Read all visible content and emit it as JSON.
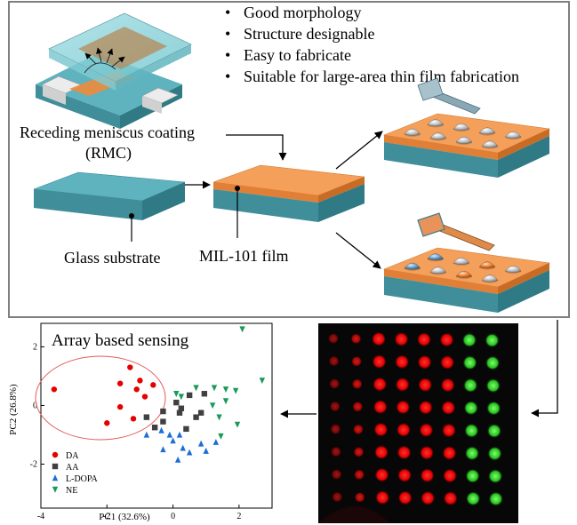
{
  "features": [
    "Good morphology",
    "Structure designable",
    "Easy to fabricate",
    "Suitable for large-area thin film fabrication"
  ],
  "labels": {
    "rmc_line1": "Receding meniscus coating",
    "rmc_line2": "(RMC)",
    "glass_substrate": "Glass substrate",
    "mil_film": "MIL-101 film"
  },
  "colors": {
    "substrate_top": "#5eb3bf",
    "substrate_side": "#3f8e9a",
    "film_top": "#f5a05a",
    "film_side": "#e07f35",
    "dot_red": "#ff1a1a",
    "dot_green": "#39d934",
    "series_DA": "#e60000",
    "series_AA": "#404040",
    "series_LDOPA": "#1a6fd6",
    "series_NE": "#1a9a5a"
  },
  "chart_data": {
    "type": "scatter",
    "title": "Array based sensing",
    "xlabel": "PC1 (32.6%)",
    "ylabel": "PC2 (26.8%)",
    "xlim": [
      -4,
      3
    ],
    "ylim": [
      -3.5,
      2.8
    ],
    "xticks": [
      -4,
      -2,
      0,
      2
    ],
    "yticks": [
      2,
      0,
      -2
    ],
    "legend_position": "bottom-left",
    "series": [
      {
        "name": "DA",
        "marker": "circle",
        "color": "#e60000",
        "points": [
          [
            -3.6,
            0.55
          ],
          [
            -1.6,
            0.75
          ],
          [
            -1.3,
            1.3
          ],
          [
            -1.1,
            0.55
          ],
          [
            -1.0,
            0.85
          ],
          [
            -0.85,
            0.3
          ],
          [
            -0.6,
            0.7
          ],
          [
            -1.6,
            -0.05
          ],
          [
            -1.2,
            -0.45
          ],
          [
            -2.0,
            -0.6
          ]
        ]
      },
      {
        "name": "AA",
        "marker": "square",
        "color": "#404040",
        "points": [
          [
            -0.8,
            -0.4
          ],
          [
            -0.55,
            -0.75
          ],
          [
            -0.3,
            -0.55
          ],
          [
            -0.3,
            -0.2
          ],
          [
            0.2,
            -0.25
          ],
          [
            0.5,
            0.35
          ],
          [
            0.7,
            -0.4
          ],
          [
            0.85,
            -0.25
          ],
          [
            0.95,
            0.4
          ],
          [
            0.4,
            -0.8
          ],
          [
            0.25,
            -0.1
          ],
          [
            0.1,
            0.1
          ]
        ]
      },
      {
        "name": "L-DOPA",
        "marker": "triangle-up",
        "color": "#1a6fd6",
        "points": [
          [
            -0.8,
            -1.0
          ],
          [
            -0.35,
            -0.85
          ],
          [
            -0.1,
            -1.0
          ],
          [
            0.0,
            -1.2
          ],
          [
            0.2,
            -1.0
          ],
          [
            0.3,
            -1.45
          ],
          [
            0.5,
            -1.6
          ],
          [
            0.85,
            -1.3
          ],
          [
            1.0,
            -1.55
          ],
          [
            1.3,
            -1.25
          ],
          [
            0.15,
            -1.85
          ],
          [
            -0.3,
            -1.5
          ]
        ]
      },
      {
        "name": "NE",
        "marker": "triangle-down",
        "color": "#1a9a5a",
        "points": [
          [
            2.1,
            2.6
          ],
          [
            2.7,
            0.85
          ],
          [
            1.25,
            0.6
          ],
          [
            1.6,
            0.55
          ],
          [
            1.9,
            0.5
          ],
          [
            1.6,
            0.15
          ],
          [
            1.2,
            0.0
          ],
          [
            1.4,
            -0.4
          ],
          [
            1.95,
            -0.65
          ],
          [
            1.45,
            -1.05
          ],
          [
            0.7,
            0.6
          ],
          [
            0.1,
            0.4
          ],
          [
            0.25,
            0.3
          ]
        ]
      }
    ]
  }
}
